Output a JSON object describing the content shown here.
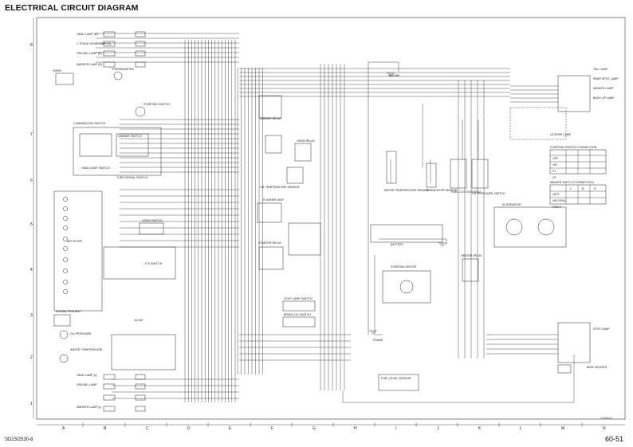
{
  "title": "ELECTRICAL CIRCUIT DIAGRAM",
  "model_code": "SD23/2530-8",
  "page_number": "60-51",
  "drawing_code": "018/5510",
  "grid": {
    "columns": [
      "A",
      "B",
      "C",
      "D",
      "E",
      "F",
      "G",
      "H",
      "I",
      "J",
      "K",
      "L",
      "M",
      "N"
    ],
    "rows": [
      "8",
      "7",
      "6",
      "5",
      "4",
      "3",
      "2",
      "1"
    ]
  },
  "components_left": [
    "HEAD LAMP (R)",
    "C STAGE HEAD LAMP (R)",
    "DRIVING LAMP (R)",
    "MARKER LAMP (R)",
    "HORN",
    "THERMOMETER",
    "STARTING SWITCH",
    "COMBINATION SWITCH",
    "DIMMER SWITCH",
    "HEAD LAMP SWITCH",
    "TURN SIGNAL SWITCH",
    "AIR FILTER",
    "HORN SWITCH",
    "F-R SWITCH",
    "OIL PRESSURE",
    "ENGINE PREHEAT",
    "GLOW",
    "WATER TEMPERATURE",
    "DRIVING LAMP",
    "HEAD LAMP (L)",
    "MARKER LAMP (L)"
  ],
  "components_center": [
    "FLASHER UNIT",
    "OIL TEMPERATURE SENSOR",
    "HORN RELAY",
    "DIMMER RELAY",
    "STARTER RELAY",
    "STOP LAMP SWITCH",
    "BRAKE OIL SWITCH",
    "STARTING MOTOR",
    "FUEL LEVEL SENSOR",
    "BATTERY",
    "WATER TEMPERATURE SENSOR",
    "SEDIMENTER SENSOR",
    "FUEL CUT SOLENOID",
    "OIL PRESSURE SWITCH",
    "ALTERNATOR",
    "HEATER RELAY",
    "FRAME",
    "ENGINE"
  ],
  "components_right": [
    "TAIL LAMP",
    "REAR SPOT LAMP",
    "WINKER LAMP",
    "BACK-UP LAMP",
    "LICENSE LAMP",
    "STARTING SWITCH CONNECTION",
    "WINKER SWITCH CONNECTION",
    "STOP LAMP",
    "BACK BUZZER"
  ],
  "switch_table_starting": {
    "title": "STARTING SWITCH CONNECTION",
    "rows": [
      "OFF",
      "ON",
      "ST",
      "HT"
    ]
  },
  "switch_table_winker": {
    "title": "WINKER SWITCH CONNECTION",
    "rows": [
      "LEFT",
      "NEUTRAL",
      "RIGHT"
    ],
    "cols": [
      "L",
      "B",
      "R"
    ]
  },
  "colors": {
    "line": "#222222",
    "background": "#ffffff",
    "dashed_box": "#555555"
  }
}
